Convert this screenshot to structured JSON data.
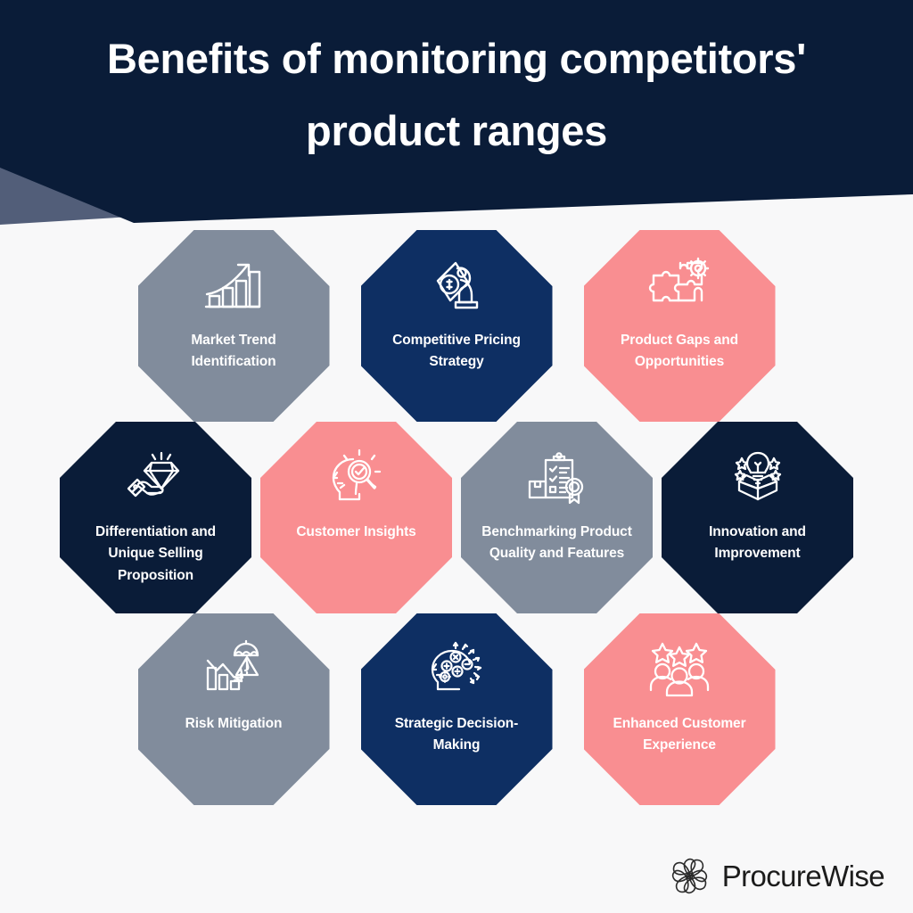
{
  "header": {
    "title": "Benefits of monitoring competitors' product ranges",
    "bg_color": "#0a1c38",
    "accent_color": "#525e79"
  },
  "palette": {
    "slate": "#818c9c",
    "navy": "#0e2f63",
    "coral": "#f98e91",
    "dark_navy": "#0a1c38",
    "page_bg": "#f8f8f9"
  },
  "rows": [
    {
      "tiles": [
        {
          "label": "Market Trend Identification",
          "color": "slate",
          "icon": "growth-chart-arrow-icon"
        },
        {
          "label": "Competitive Pricing Strategy",
          "color": "navy",
          "icon": "price-tag-chess-knight-icon"
        },
        {
          "label": "Product Gaps and Opportunities",
          "color": "coral",
          "icon": "puzzle-pieces-gear-icon"
        }
      ]
    },
    {
      "tiles": [
        {
          "label": "Differentiation and Unique Selling Proposition",
          "color": "dark_navy",
          "icon": "hand-holding-diamond-icon"
        },
        {
          "label": "Customer Insights",
          "color": "coral",
          "icon": "head-magnifier-check-icon"
        },
        {
          "label": "Benchmarking Product Quality and Features",
          "color": "slate",
          "icon": "clipboard-checklist-award-icon"
        },
        {
          "label": "Innovation and Improvement",
          "color": "dark_navy",
          "icon": "lightbulb-box-stars-icon"
        }
      ]
    },
    {
      "tiles": [
        {
          "label": "Risk Mitigation",
          "color": "slate",
          "icon": "declining-chart-umbrella-warning-icon"
        },
        {
          "label": "Strategic Decision-Making",
          "color": "navy",
          "icon": "head-math-operators-icon"
        },
        {
          "label": "Enhanced Customer Experience",
          "color": "coral",
          "icon": "three-people-stars-icon"
        }
      ]
    }
  ],
  "logo": {
    "name": "ProcureWise",
    "mark": "interlaced-knot-icon",
    "color": "#1c1c1c"
  }
}
